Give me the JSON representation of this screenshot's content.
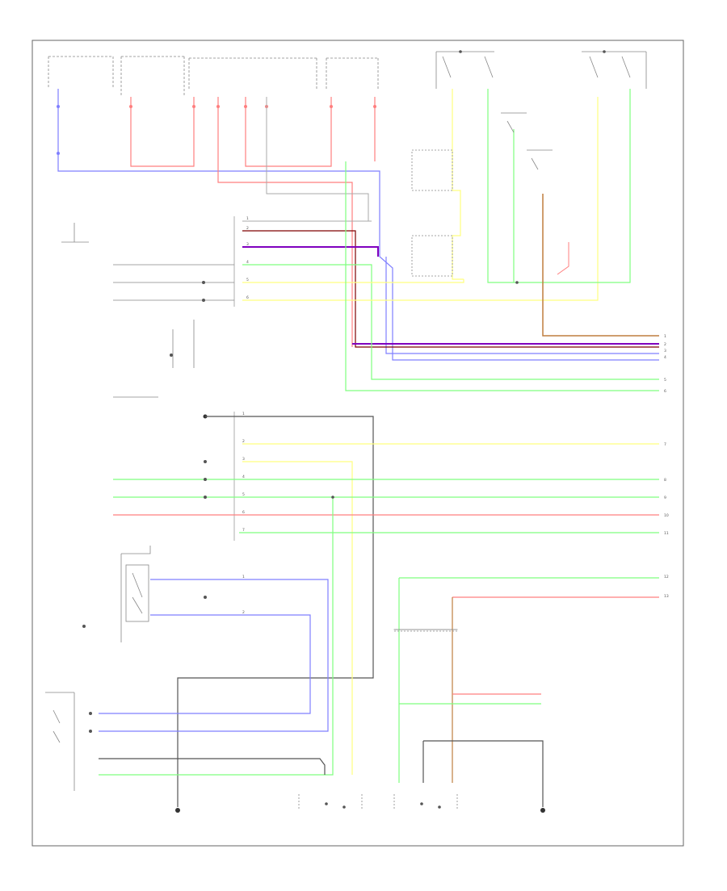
{
  "diagram": {
    "footer_code": "",
    "colors": {
      "blue": "#7f7fff",
      "red": "#ff7f7f",
      "purple": "#7f00bf",
      "green": "#7fff7f",
      "yellow": "#ffff7f",
      "brown": "#bf7f3f",
      "gray": "#7f7f7f",
      "black": "#555555"
    },
    "components": [
      {
        "id": "hot-at-all-times-fuse",
        "label": ""
      },
      {
        "id": "hot-in-on-fuse",
        "label": ""
      },
      {
        "id": "interior-fuse-block",
        "label": ""
      },
      {
        "id": "junction-block",
        "label": ""
      },
      {
        "id": "left-front-door-lock-switch",
        "label": ""
      },
      {
        "id": "right-front-door-lock-switch",
        "label": ""
      },
      {
        "id": "left-rear-door-switch",
        "label": ""
      },
      {
        "id": "right-rear-door-switch",
        "label": ""
      },
      {
        "id": "control-unit",
        "label": ""
      },
      {
        "id": "left-front-power-window-switch",
        "label": ""
      },
      {
        "id": "left-front-door-lock-actuator",
        "label": ""
      },
      {
        "id": "right-front-door-lock-actuator",
        "label": ""
      },
      {
        "id": "left-ground",
        "label": ""
      },
      {
        "id": "right-ground",
        "label": ""
      }
    ]
  }
}
